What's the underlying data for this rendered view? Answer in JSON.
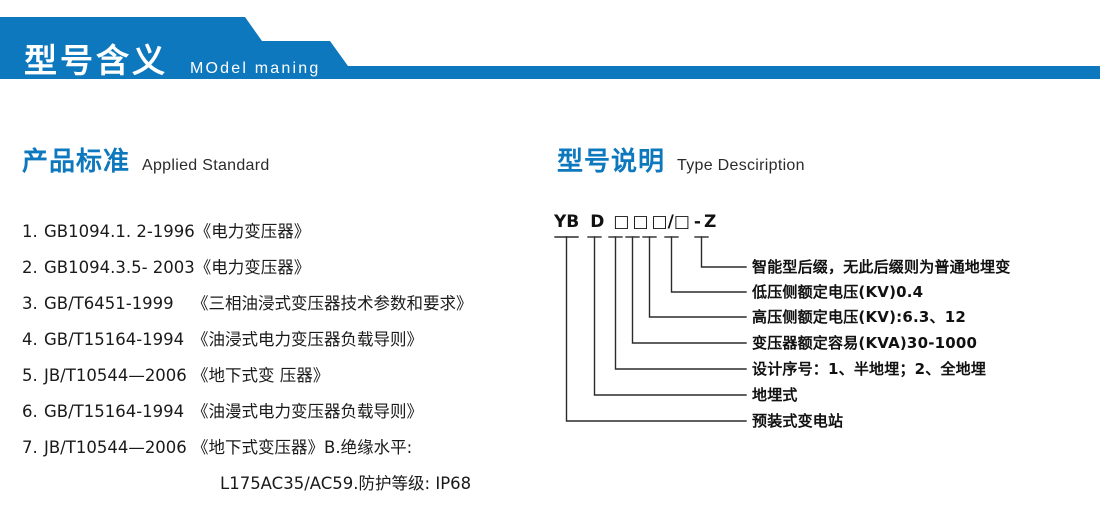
{
  "banner": {
    "title_cn": "型号含义",
    "title_en": "MOdel maning",
    "color": "#0d78bd"
  },
  "sections": {
    "applied_standard": {
      "cn": "产品标准",
      "en": "Applied Standard",
      "accent": "#0d78bd"
    },
    "type_description": {
      "cn": "型号说明",
      "en": "Type Desciription",
      "accent": "#0d78bd"
    }
  },
  "standards": [
    {
      "num": "1.",
      "code": "GB1094.1. 2-1996",
      "name": "《电力变压器》"
    },
    {
      "num": "2.",
      "code": "GB1094.3.5- 2003",
      "name": "《电力变压器》"
    },
    {
      "num": "3.",
      "code": "GB/T6451-1999",
      "name": "《三相油浸式变压器技术参数和要求》"
    },
    {
      "num": "4.",
      "code": "GB/T15164-1994",
      "name": "《油浸式电力变压器负载导则》"
    },
    {
      "num": "5.",
      "code": "JB/T10544—2006",
      "name": "《地下式变 压器》"
    },
    {
      "num": "6.",
      "code": "GB/T15164-1994",
      "name": "《油漫式电力变压器负载导则》"
    },
    {
      "num": "7.",
      "code": "JB/T10544—2006",
      "name": "《地下式变压器》B.绝缘水平:"
    }
  ],
  "standards_continuation": "L175AC35/AC59.防护等级: IP68",
  "type_code": {
    "tokens": [
      "YB",
      "D",
      "□",
      "□",
      "□",
      "/",
      "□",
      "-",
      "Z"
    ],
    "labels": [
      "智能型后缀，无此后缀则为普通地埋变",
      "低压侧额定电压(KV)0.4",
      "高压侧额定电压(KV):6.3、12",
      "变压器额定容易(KVA)30-1000",
      "设计序号：1、半地埋；2、全地埋",
      "地埋式",
      "预装式变电站"
    ],
    "line_color": "#2b2b2b"
  }
}
